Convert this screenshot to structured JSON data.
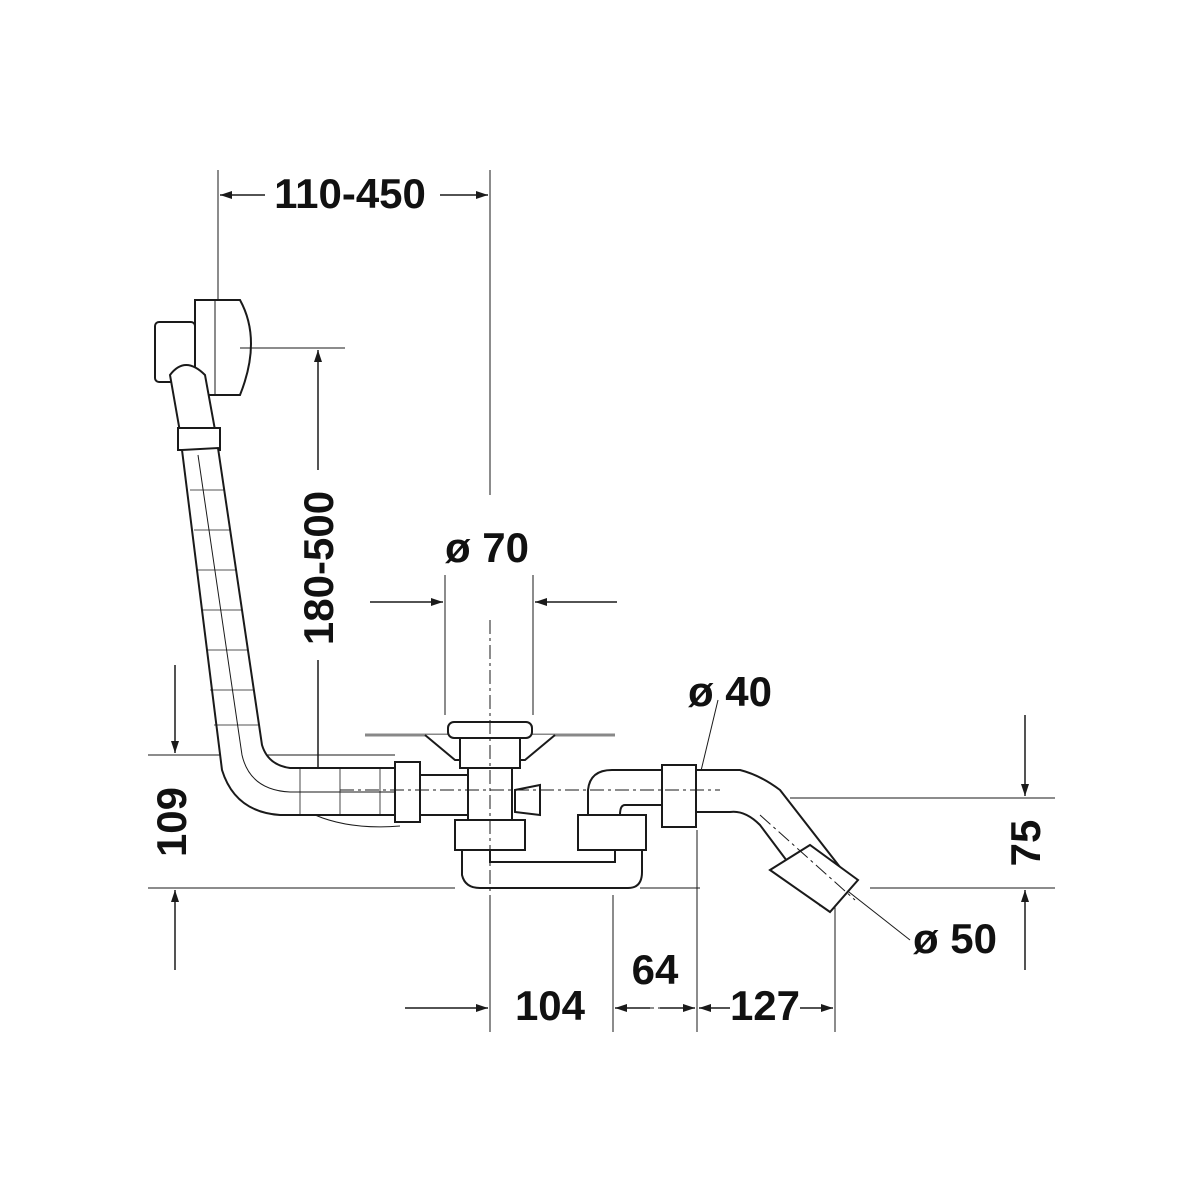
{
  "drawing": {
    "dimensions": {
      "overflow_offset": "110-450",
      "overflow_height": "180-500",
      "drain_diameter": "ø 70",
      "outlet_diameter": "ø 40",
      "connection_diameter": "ø 50",
      "trap_height_left": "109",
      "trap_height_right": "75",
      "trap_width": "104",
      "outlet_offset": "64",
      "outlet_length": "127"
    },
    "colors": {
      "line": "#1a1a1a",
      "tub_edge": "#888888"
    }
  }
}
